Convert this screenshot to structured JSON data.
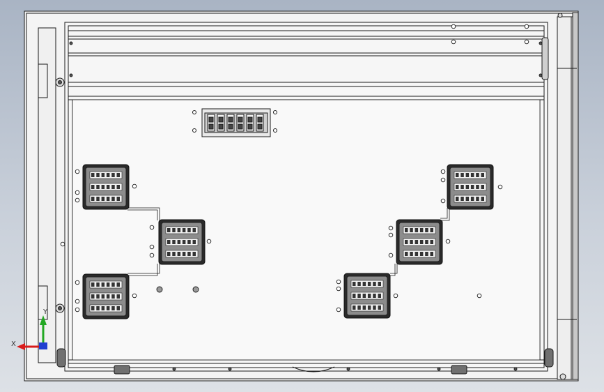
{
  "viewport": {
    "background_top": "#a9b4c4",
    "background_bottom": "#dde1e6"
  },
  "drawing": {
    "line_color": "#1a1a1a",
    "panel_fill": "#f7f7f7",
    "module_fill": "#8c8c8c",
    "module_count": 6,
    "terminal_strip_poles": 6
  },
  "triad": {
    "x_label": "X",
    "y_label": "Y",
    "x_color": "#d91c1c",
    "y_color": "#22a822",
    "z_color": "#2040d0"
  }
}
